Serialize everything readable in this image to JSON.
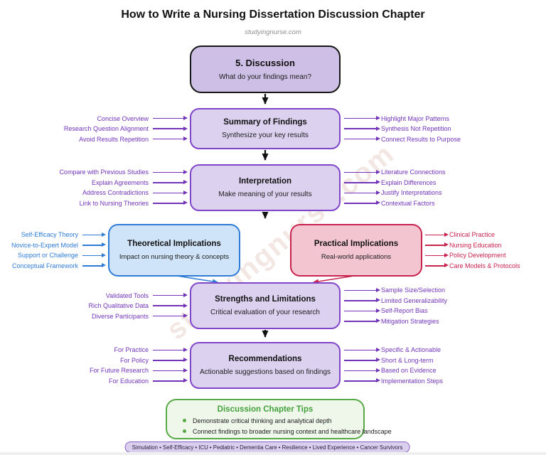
{
  "page": {
    "title": "How to Write a Nursing Dissertation Discussion Chapter",
    "credit": "studyingnurse.com",
    "watermark": "studyingnurse.com"
  },
  "colors": {
    "purple_border": "#8046c8",
    "purple_arrow": "#7233b8",
    "lavender_fill": "#ddd1f0",
    "main_fill": "#cdbfe5",
    "blue": "#2e7cd6",
    "blue_fill": "#cfe4f8",
    "red": "#c8234f",
    "red_fill": "#f3c5d1",
    "green": "#57a946",
    "green_fill": "#eff7eb"
  },
  "start_box": {
    "title": "5. Discussion",
    "subtitle": "What do your findings mean?"
  },
  "rows": {
    "summary": {
      "title": "Summary of Findings",
      "subtitle": "Synthesize your key results",
      "left": [
        "Concise Overview",
        "Research Question Alignment",
        "Avoid Results Repetition"
      ],
      "right": [
        "Highlight Major Patterns",
        "Synthesis Not Repetition",
        "Connect Results to Purpose"
      ]
    },
    "interpretation": {
      "title": "Interpretation",
      "subtitle": "Make meaning of your results",
      "left": [
        "Compare with Previous Studies",
        "Explain Agreements",
        "Address Contradictions",
        "Link to Nursing Theories"
      ],
      "right": [
        "Literature Connections",
        "Explain Differences",
        "Justify Interpretations",
        "Contextual Factors"
      ]
    },
    "theoretical": {
      "title": "Theoretical Implications",
      "subtitle": "Impact on nursing theory & concepts",
      "left": [
        "Self-Efficacy Theory",
        "Novice-to-Expert Model",
        "Support or Challenge",
        "Conceptual Framework"
      ]
    },
    "practical": {
      "title": "Practical Implications",
      "subtitle": "Real-world applications",
      "right": [
        "Clinical Practice",
        "Nursing Education",
        "Policy Development",
        "Care Models & Protocols"
      ]
    },
    "strengths": {
      "title": "Strengths and Limitations",
      "subtitle": "Critical evaluation of your research",
      "left": [
        "Validated Tools",
        "Rich Qualitative Data",
        "Diverse Participants"
      ],
      "right": [
        "Sample Size/Selection",
        "Limited Generalizability",
        "Self-Report Bias",
        "Mitigation Strategies"
      ]
    },
    "recommendations": {
      "title": "Recommendations",
      "subtitle": "Actionable suggestions based on findings",
      "left": [
        "For Practice",
        "For Policy",
        "For Future Research",
        "For Education"
      ],
      "right": [
        "Specific & Actionable",
        "Short & Long-term",
        "Based on Evidence",
        "Implementation Steps"
      ]
    }
  },
  "tips": {
    "title": "Discussion Chapter Tips",
    "bullets": [
      "Demonstrate critical thinking and analytical depth",
      "Connect findings to broader nursing context and healthcare landscape"
    ]
  },
  "footer": {
    "tags": "Simulation • Self-Efficacy • ICU • Pediatric • Dementia Care • Resilience • Lived Experience • Cancer Survivors"
  }
}
